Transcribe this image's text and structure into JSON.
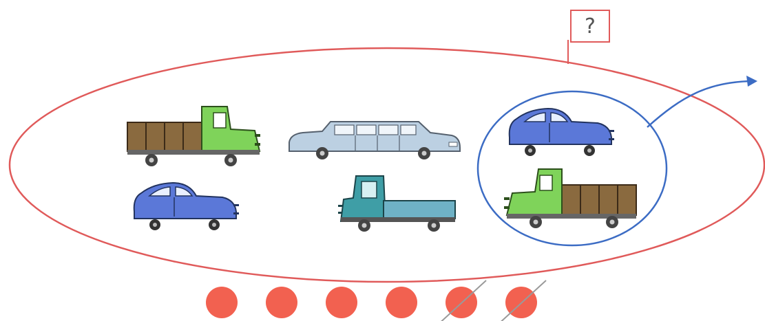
{
  "question": {
    "mark": "?"
  },
  "group": {
    "cars": [
      {
        "kind": "truck",
        "color": "#7fd35a",
        "cargo_color": "#8a6a3f"
      },
      {
        "kind": "limousine",
        "color": "#bcd0e2"
      },
      {
        "kind": "car",
        "color": "#5b78d8"
      },
      {
        "kind": "truck",
        "color": "#3f9ea6",
        "cargo_color": "#6fb2c6"
      }
    ],
    "selected_subgroup": [
      {
        "kind": "car",
        "color": "#5b78d8"
      },
      {
        "kind": "truck",
        "color": "#7fd35a",
        "cargo_color": "#8a6a3f"
      }
    ]
  },
  "dots": {
    "total": 6,
    "crossed_out": 2,
    "color": "#f26150"
  },
  "colors": {
    "outer_oval": "#e05a5a",
    "inner_oval": "#3c6cc4",
    "arrow": "#3c6cc4"
  }
}
